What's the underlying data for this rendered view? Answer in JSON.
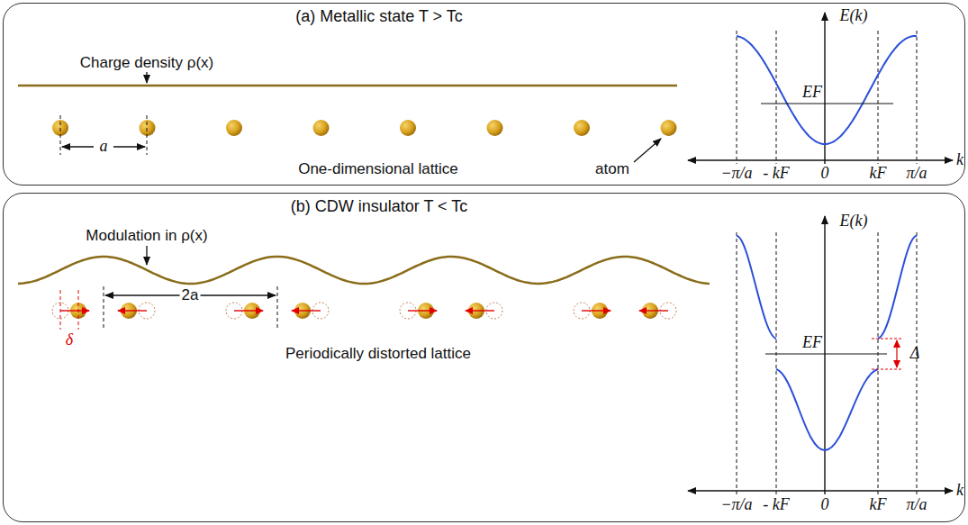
{
  "diagram": {
    "nodes": [
      {
        "text": [
          "(a) Metallic state T > Tc"
        ]
      },
      {
        "text": [
          "(b) CDW insulator T < Tc"
        ]
      }
    ],
    "labels": [
      "Charge density ρ(x)",
      "a",
      "One-dimensional lattice",
      "atom",
      "E(k)",
      "EF",
      "k",
      "−π/a",
      "- kF",
      "0",
      "kF",
      "π/a",
      "Modulation in ρ(x)",
      "δ",
      "2a",
      "Periodically distorted lattice",
      "E(k)",
      "EF",
      "Δ",
      "k",
      "−π/a",
      "- kF",
      "0",
      "kF",
      "π/a"
    ]
  }
}
